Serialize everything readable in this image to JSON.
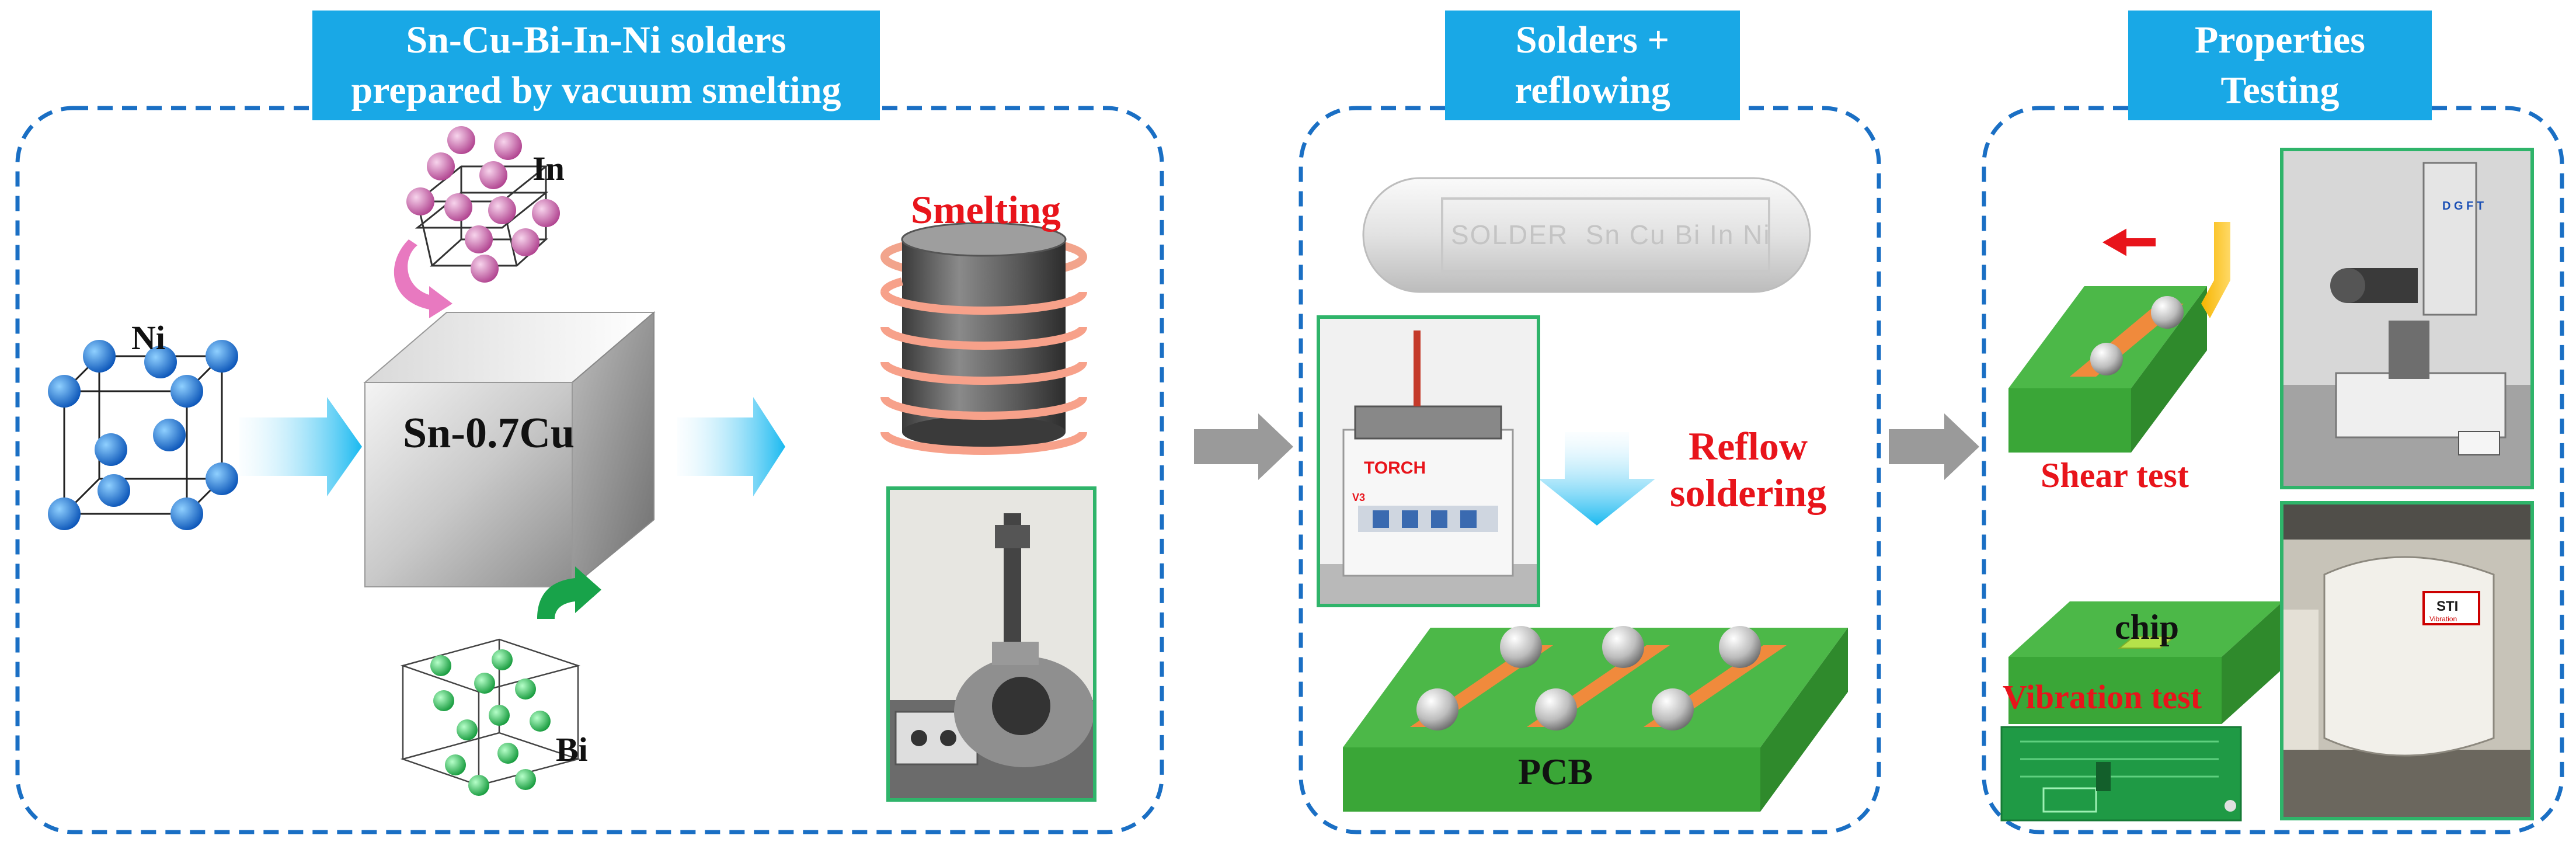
{
  "stages": {
    "stage1": {
      "title_line1": "Sn-Cu-Bi-In-Ni solders",
      "title_line2": "prepared by vacuum smelting"
    },
    "stage2": {
      "title_line1": "Solders +",
      "title_line2": "reflowing"
    },
    "stage3": {
      "title_line1": "Properties",
      "title_line2": "Testing"
    }
  },
  "labels": {
    "ni": "Ni",
    "in": "In",
    "bi": "Bi",
    "base_alloy": "Sn-0.7Cu",
    "smelting": "Smelting",
    "reflow_line1": "Reflow",
    "reflow_line2": "soldering",
    "pcb": "PCB",
    "shear_test": "Shear test",
    "chip": "chip",
    "vibration_test": "Vibration test"
  },
  "artwork": {
    "solder_bar_text": "SOLDER  Sn Cu Bi In Ni",
    "oven_brand": "TORCH",
    "oven_model": "V3",
    "tester_brand": "D G F T",
    "shaker_brand": "STI",
    "shaker_sub": "Vibration"
  },
  "colors": {
    "banner": "#19a8e6",
    "dashed_border": "#1a6fc4",
    "highlight_red": "#e8141b",
    "pcb_green": "#4cb848",
    "pad_orange": "#f08a3c",
    "ni_atom": "#1e73d8",
    "in_atom": "#d070b0",
    "bi_atom": "#2ecc5a",
    "flow_arrow_gray": "#9a9a9a"
  }
}
